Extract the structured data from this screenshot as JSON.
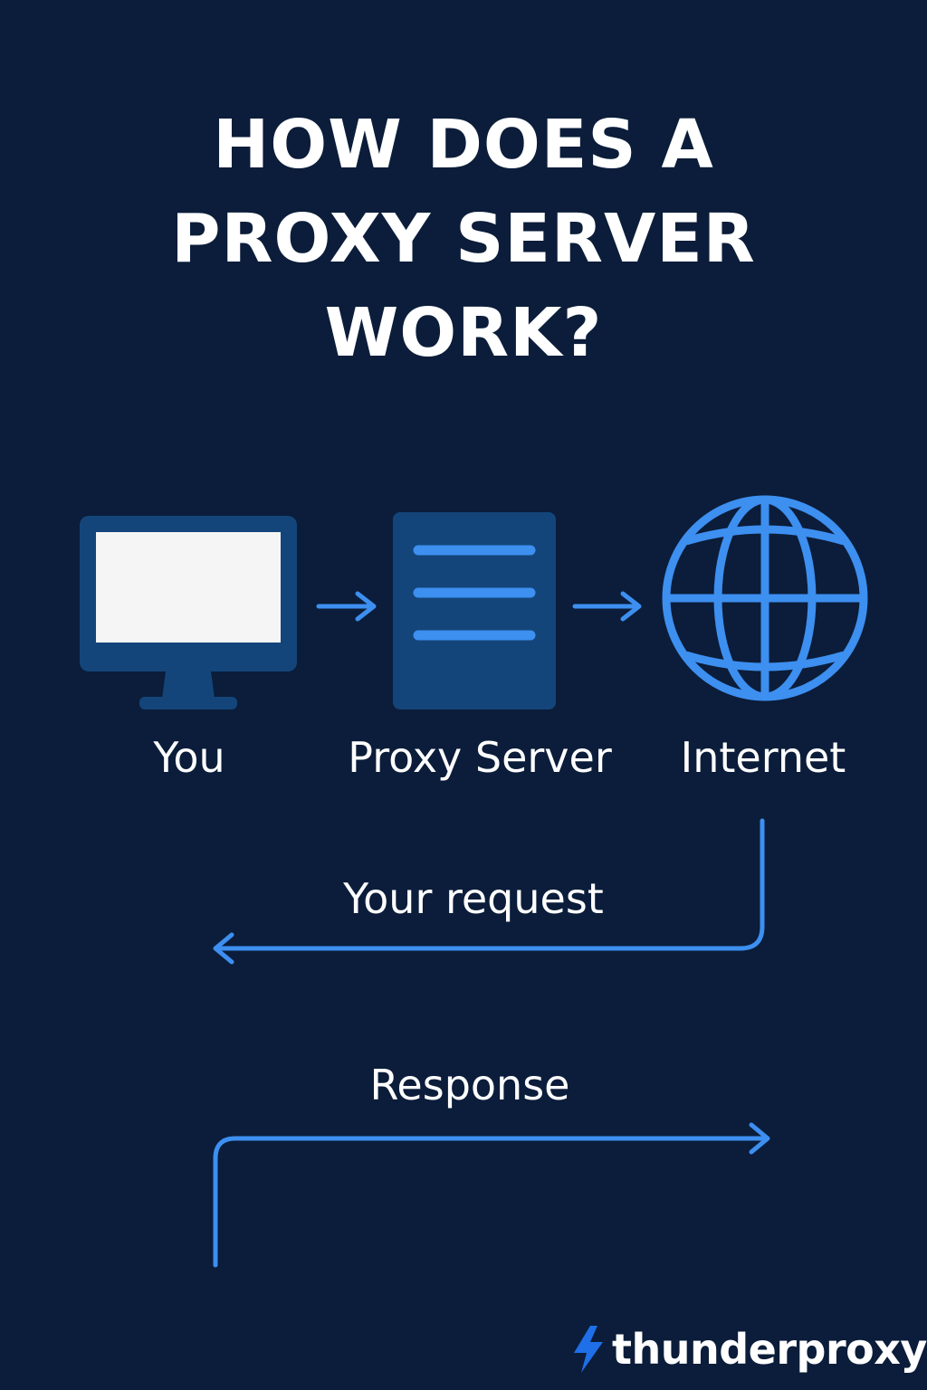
{
  "title": {
    "line1": "HOW DOES A",
    "line2": "PROXY SERVER",
    "line3": "WORK?"
  },
  "nodes": {
    "you": {
      "label": "You",
      "icon": "monitor-icon"
    },
    "proxy": {
      "label": "Proxy Server",
      "icon": "server-icon"
    },
    "internet": {
      "label": "Internet",
      "icon": "globe-icon"
    }
  },
  "flows": {
    "request_label": "Your request",
    "response_label": "Response"
  },
  "brand": {
    "name": "thunderproxy",
    "icon": "lightning-bolt-icon"
  },
  "colors": {
    "background": "#0b1d3a",
    "accent": "#3d8ff0",
    "icon_fill": "#14457a",
    "text": "#ffffff"
  }
}
